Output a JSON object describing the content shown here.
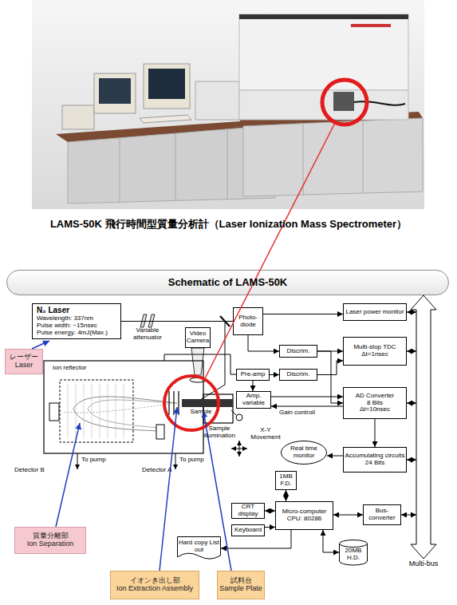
{
  "diagram": {
    "title": "LAMS-50K 飛行時間型質量分析計（Laser Ionization Mass Spectrometer）",
    "nodes": [
      {
        "text": [
          "Schematic of LAMS-50K"
        ]
      },
      {
        "text": [
          "N₂ Laser",
          "Wavelength: 337nm",
          "Pulse width: ~15nsec",
          "Pulse energy: 4mJ(Max.)"
        ]
      },
      {
        "text": [
          "Photo-diode"
        ]
      },
      {
        "text": [
          "Laser power monitor"
        ]
      },
      {
        "text": [
          "Video Camera"
        ]
      },
      {
        "text": [
          "Discrim."
        ]
      },
      {
        "text": [
          "Multi-stop TDC",
          "Δt=1nsec"
        ]
      },
      {
        "text": [
          "Pre-amp"
        ]
      },
      {
        "text": [
          "Discrim."
        ]
      },
      {
        "text": [
          "Amp. variable"
        ]
      },
      {
        "text": [
          "AD Converter",
          "8 Bits",
          "Δt=10nsec"
        ]
      },
      {
        "text": [
          "レーザー",
          "Laser"
        ]
      },
      {
        "text": [
          "Real time monitor"
        ]
      },
      {
        "text": [
          "Accumulating circuits",
          "24 Bits"
        ]
      },
      {
        "text": [
          "1MB F.D."
        ]
      },
      {
        "text": [
          "CRT display"
        ]
      },
      {
        "text": [
          "Micro-computer",
          "CPU: 80286"
        ]
      },
      {
        "text": [
          "Bus-converter"
        ]
      },
      {
        "text": [
          "Keyboard"
        ]
      },
      {
        "text": [
          "質量分離部",
          "Ion Separation"
        ]
      },
      {
        "text": [
          "Hard copy List out"
        ]
      },
      {
        "text": [
          "20MB H.D."
        ]
      },
      {
        "text": [
          "Multi-bus"
        ]
      },
      {
        "text": [
          "イオンき出し部",
          "Ion Extraction Assembly"
        ]
      },
      {
        "text": [
          "試料台",
          "Sample Plate"
        ]
      }
    ],
    "edges": [
      {
        "from": 1,
        "to": 2,
        "arrow": "none"
      },
      {
        "from": 2,
        "to": 3,
        "arrow": "to"
      },
      {
        "from": 2,
        "to": 5,
        "arrow": "to"
      },
      {
        "from": 5,
        "to": 6,
        "arrow": "to"
      },
      {
        "from": 5,
        "to": 10,
        "arrow": "to"
      },
      {
        "from": 7,
        "to": 8,
        "arrow": "to"
      },
      {
        "from": 7,
        "to": 9,
        "arrow": "to"
      },
      {
        "from": 8,
        "to": 6,
        "arrow": "to"
      },
      {
        "from": 9,
        "to": 10,
        "arrow": "to"
      },
      {
        "from": 10,
        "to": 9,
        "label": "Gain controll",
        "arrow": "to"
      },
      {
        "from": 10,
        "to": 13,
        "arrow": "to"
      },
      {
        "from": 13,
        "to": 12,
        "arrow": "to"
      },
      {
        "from": 14,
        "to": 16,
        "arrow": "both"
      },
      {
        "from": 15,
        "to": 16,
        "arrow": "both"
      },
      {
        "from": 18,
        "to": 16,
        "arrow": "to"
      },
      {
        "from": 16,
        "to": 17,
        "arrow": "both"
      },
      {
        "from": 16,
        "to": 20,
        "arrow": "to"
      },
      {
        "from": 16,
        "to": 21,
        "arrow": "both"
      },
      {
        "from": 3,
        "to": 22,
        "arrow": "both"
      },
      {
        "from": 6,
        "to": 22,
        "arrow": "both"
      },
      {
        "from": 10,
        "to": 22,
        "arrow": "both"
      },
      {
        "from": 13,
        "to": 22,
        "arrow": "both"
      },
      {
        "from": 17,
        "to": 22,
        "arrow": "both"
      }
    ],
    "labels": [
      "Variable attenuator",
      "Ion reflector",
      "Sample illumination",
      "Sample",
      "X-Y Movement",
      "Detector B",
      "To pump",
      "Detector A",
      "To pump"
    ]
  }
}
